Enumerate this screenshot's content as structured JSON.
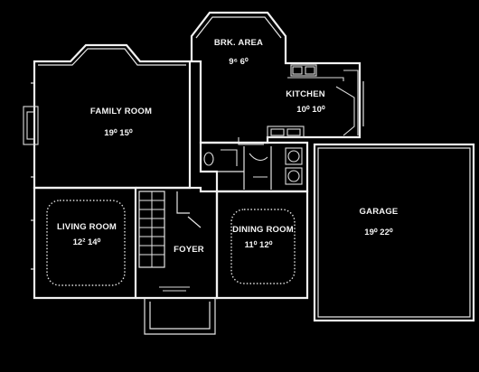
{
  "rooms": {
    "breakfast_area": {
      "label": "BRK. AREA",
      "dims": "9⁶ 6⁰"
    },
    "kitchen": {
      "label": "KITCHEN",
      "dims": "10⁰ 10⁰"
    },
    "family_room": {
      "label": "FAMILY ROOM",
      "dims": "19⁰ 15⁰"
    },
    "living_room": {
      "label": "LIVING ROOM",
      "dims": "12² 14⁰"
    },
    "dining_room": {
      "label": "DINING ROOM",
      "dims": "11⁰ 12⁰"
    },
    "foyer": {
      "label": "FOYER"
    },
    "garage": {
      "label": "GARAGE",
      "dims": "19⁰ 22⁰"
    }
  }
}
